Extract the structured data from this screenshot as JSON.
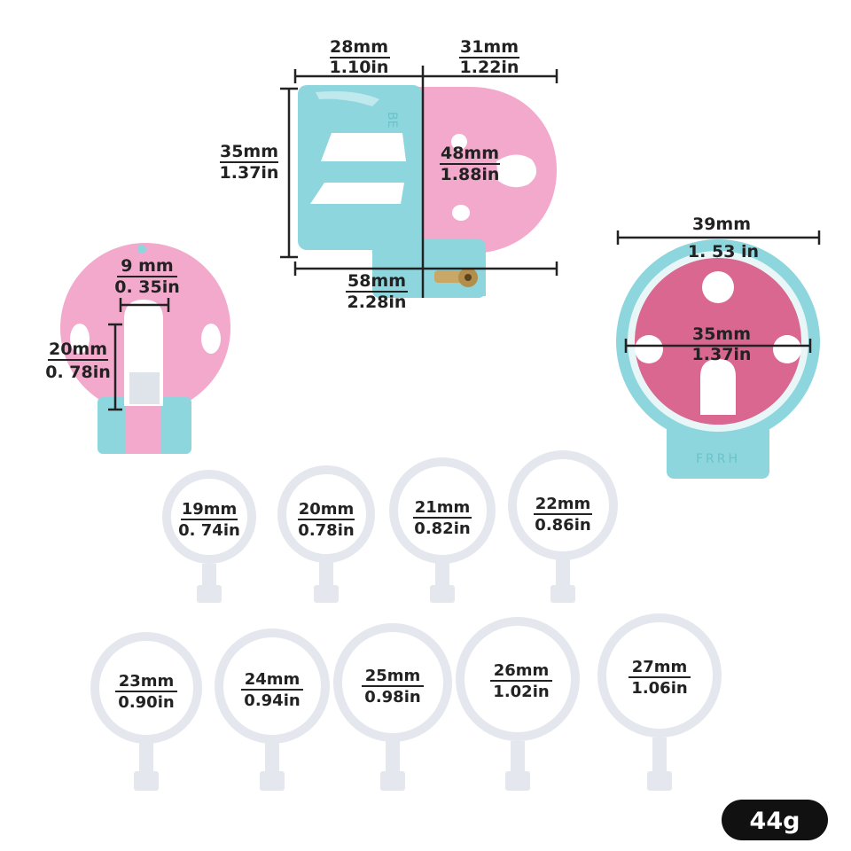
{
  "colors": {
    "pink": "#f2a9cc",
    "pink_dark": "#d9678f",
    "blue": "#8dd6dd",
    "blue_dark": "#6cc2ca",
    "ring": "#e4e8ee",
    "ink": "#222222",
    "badge": "#111111"
  },
  "side_view": {
    "top_left": {
      "mm": "28mm",
      "in": "1.10in"
    },
    "top_right": {
      "mm": "31mm",
      "in": "1.22in"
    },
    "left": {
      "mm": "35mm",
      "in": "1.37in"
    },
    "center": {
      "mm": "48mm",
      "in": "1.88in"
    },
    "bottom": {
      "mm": "58mm",
      "in": "2.28in"
    },
    "embossed_text": "BE"
  },
  "front_view": {
    "hole_width": {
      "mm": "9 mm",
      "in": "0. 35in"
    },
    "hole_height": {
      "mm": "20mm",
      "in": "0. 78in"
    }
  },
  "back_view": {
    "outer": {
      "mm": "39mm",
      "in": "1. 53 in"
    },
    "inner": {
      "mm": "35mm",
      "in": "1.37in"
    },
    "embossed_text": "FRRH"
  },
  "rings": [
    {
      "mm": "19mm",
      "in": "0. 74in"
    },
    {
      "mm": "20mm",
      "in": "0.78in"
    },
    {
      "mm": "21mm",
      "in": "0.82in"
    },
    {
      "mm": "22mm",
      "in": "0.86in"
    },
    {
      "mm": "23mm",
      "in": "0.90in"
    },
    {
      "mm": "24mm",
      "in": "0.94in"
    },
    {
      "mm": "25mm",
      "in": "0.98in"
    },
    {
      "mm": "26mm",
      "in": "1.02in"
    },
    {
      "mm": "27mm",
      "in": "1.06in"
    }
  ],
  "weight": "44g"
}
